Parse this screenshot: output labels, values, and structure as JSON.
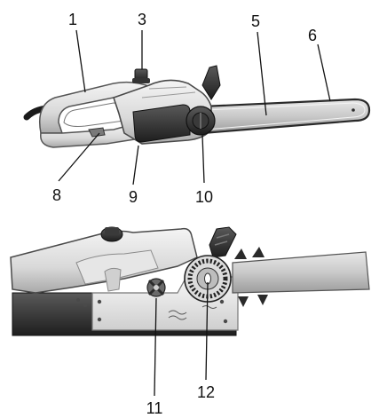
{
  "figure": {
    "callouts_top": [
      {
        "id": "c1",
        "label": "1"
      },
      {
        "id": "c3",
        "label": "3"
      },
      {
        "id": "c5",
        "label": "5"
      },
      {
        "id": "c6",
        "label": "6"
      },
      {
        "id": "c8",
        "label": "8"
      },
      {
        "id": "c9",
        "label": "9"
      },
      {
        "id": "c10",
        "label": "10"
      }
    ],
    "callouts_bottom": [
      {
        "id": "c11",
        "label": "11"
      },
      {
        "id": "c12",
        "label": "12"
      }
    ]
  }
}
